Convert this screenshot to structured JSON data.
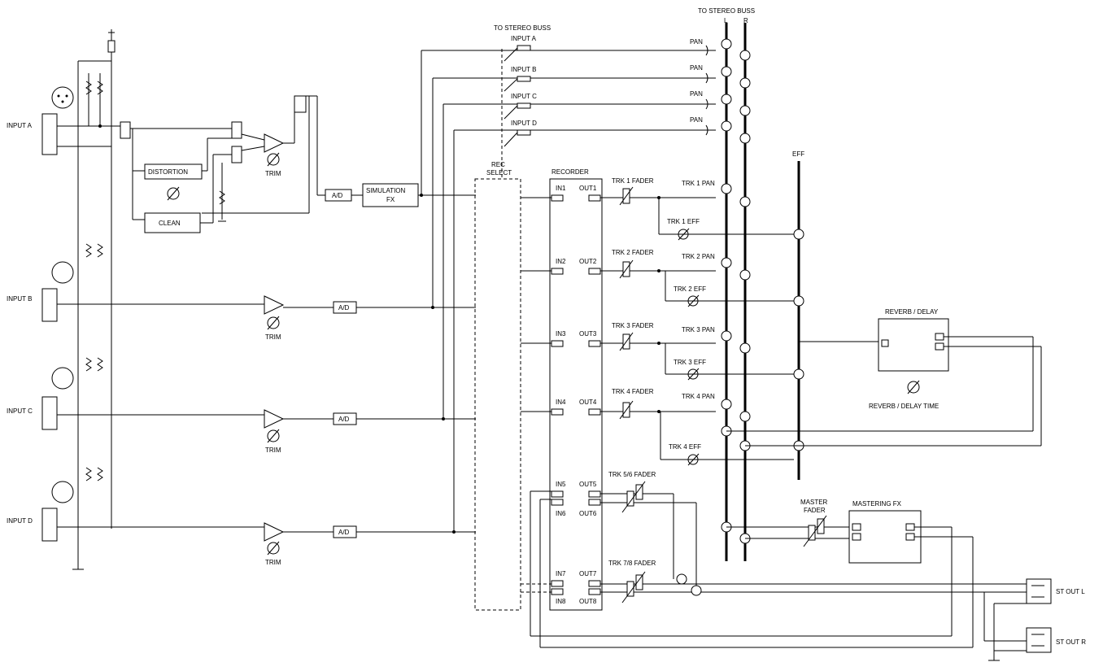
{
  "labels": {
    "input_a": "INPUT A",
    "input_b": "INPUT B",
    "input_c": "INPUT C",
    "input_d": "INPUT D",
    "distortion": "DISTORTION",
    "clean": "CLEAN",
    "trim": "TRIM",
    "ad": "A/D",
    "simulation_fx_1": "SIMULATION",
    "simulation_fx_2": "FX",
    "to_stereo_buss": "TO STEREO BUSS",
    "bus_l": "L",
    "bus_r": "R",
    "rec_select_1": "REC",
    "rec_select_2": "SELECT",
    "recorder": "RECORDER",
    "pan": "PAN",
    "eff": "EFF",
    "reverb_delay": "REVERB / DELAY",
    "reverb_delay_time": "REVERB / DELAY TIME",
    "master_fader_1": "MASTER",
    "master_fader_2": "FADER",
    "mastering_fx": "MASTERING FX",
    "st_out_l": "ST OUT L",
    "st_out_r": "ST OUT R"
  },
  "rec_select_inputs": [
    "INPUT A",
    "INPUT B",
    "INPUT C",
    "INPUT D"
  ],
  "recorder_ins": [
    "IN1",
    "IN2",
    "IN3",
    "IN4",
    "IN5",
    "IN6",
    "IN7",
    "IN8"
  ],
  "recorder_outs": [
    "OUT1",
    "OUT2",
    "OUT3",
    "OUT4",
    "OUT5",
    "OUT6",
    "OUT7",
    "OUT8"
  ],
  "track_faders": [
    "TRK 1 FADER",
    "TRK 2 FADER",
    "TRK 3 FADER",
    "TRK 4 FADER",
    "TRK 5/6 FADER",
    "TRK 7/8 FADER"
  ],
  "track_pans": [
    "TRK 1 PAN",
    "TRK 2 PAN",
    "TRK 3 PAN",
    "TRK 4 PAN"
  ],
  "track_effs": [
    "TRK 1 EFF",
    "TRK 2 EFF",
    "TRK 3 EFF",
    "TRK 4 EFF"
  ]
}
